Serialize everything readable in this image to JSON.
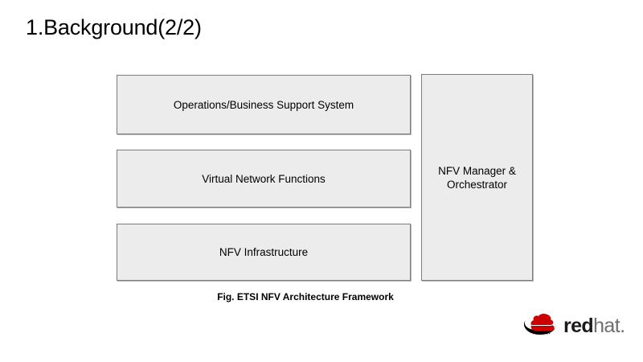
{
  "slide": {
    "title": "1.Background(2/2)",
    "caption": "Fig. ETSI NFV Architecture Framework",
    "background_color": "#ffffff"
  },
  "diagram": {
    "box_fill_color": "#ececec",
    "box_border_color": "#7d7d7d",
    "boxes": [
      {
        "id": "oss",
        "label": "Operations/Business Support System"
      },
      {
        "id": "vnf",
        "label": "Virtual Network Functions"
      },
      {
        "id": "nfvi",
        "label": "NFV Infrastructure"
      },
      {
        "id": "mano",
        "label": "NFV Manager &\nOrchestrator"
      }
    ]
  },
  "logo": {
    "name": "redhat-logo",
    "shadowman_icon": "redhat-shadowman-icon",
    "word_primary": "red",
    "word_secondary": "hat.",
    "red_color": "#cc0000",
    "black_color": "#000000",
    "gray_color": "#6e6e6e"
  }
}
